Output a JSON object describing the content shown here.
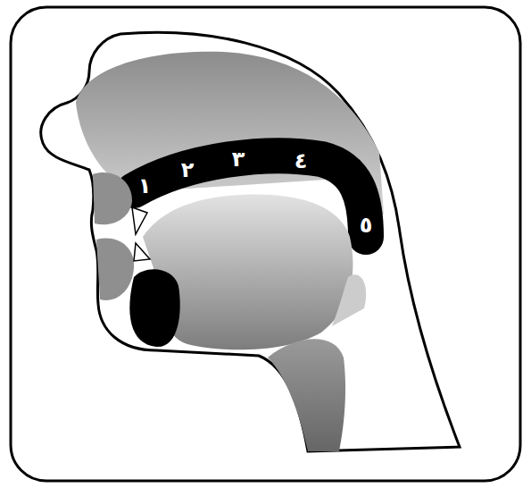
{
  "diagram": {
    "labels": [
      "١",
      "٢",
      "٣",
      "٤",
      "٥"
    ]
  }
}
